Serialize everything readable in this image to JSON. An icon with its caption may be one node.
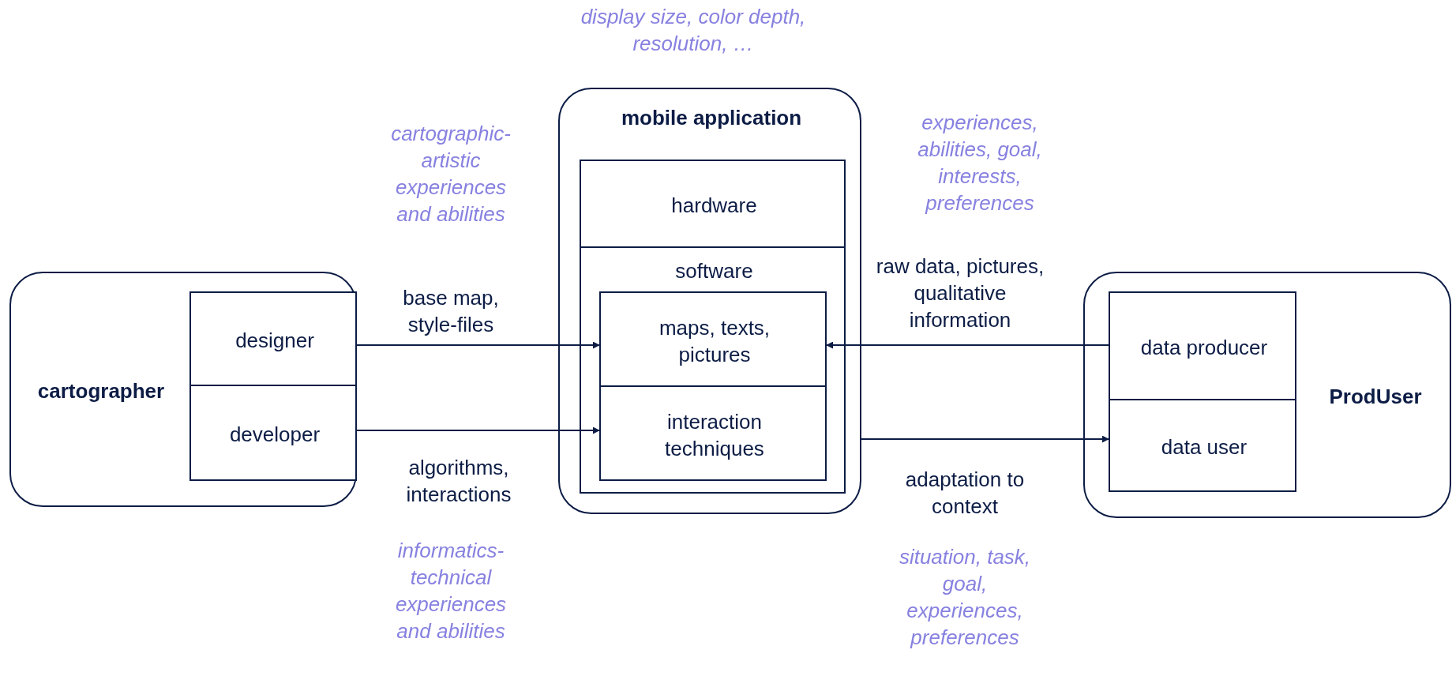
{
  "diagram": {
    "nodes": [
      {
        "text": [
          "cartographer"
        ]
      },
      {
        "text": [
          "designer"
        ],
        "in": 0
      },
      {
        "text": [
          "developer"
        ],
        "in": 0
      },
      {
        "text": [
          "mobile application"
        ]
      },
      {
        "text": [
          "hardware"
        ],
        "in": 3
      },
      {
        "text": [
          "software"
        ],
        "in": 3
      },
      {
        "text": [
          "maps, texts, pictures"
        ],
        "in": 5
      },
      {
        "text": [
          "interaction techniques"
        ],
        "in": 5
      },
      {
        "text": [
          "ProdUser"
        ]
      },
      {
        "text": [
          "data producer"
        ],
        "in": 8
      },
      {
        "text": [
          "data user"
        ],
        "in": 8
      }
    ],
    "edges": [
      {
        "from": 1,
        "to": 6,
        "arrow": "to",
        "label": "base map, style-files"
      },
      {
        "from": 2,
        "to": 7,
        "arrow": "to",
        "label": "algorithms, interactions"
      },
      {
        "from": 9,
        "to": 6,
        "arrow": "to",
        "label": "raw data, pictures, qualitative information"
      },
      {
        "from": 3,
        "to": 10,
        "arrow": "to",
        "label": "adaptation to context"
      }
    ],
    "labels": [
      "display size, color depth, resolution, …",
      "cartographic-artistic experiences and abilities",
      "experiences, abilities, goal, interests, preferences",
      "informatics-technical experiences and abilities",
      "situation, task, goal, experiences, preferences"
    ]
  }
}
